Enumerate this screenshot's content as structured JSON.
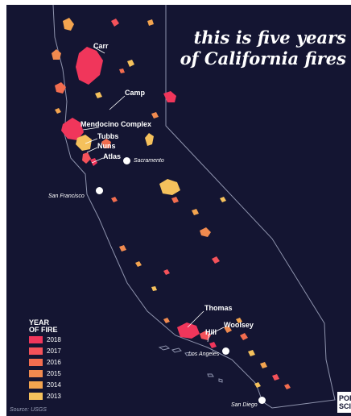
{
  "headline": {
    "line1": "this is five years",
    "line2": "of California fires"
  },
  "legend": {
    "title_line1": "YEAR",
    "title_line2": "OF FIRE",
    "items": [
      {
        "year": "2018",
        "color": "#f0365b"
      },
      {
        "year": "2017",
        "color": "#f4525a"
      },
      {
        "year": "2016",
        "color": "#f26d4f"
      },
      {
        "year": "2015",
        "color": "#f08a4f"
      },
      {
        "year": "2014",
        "color": "#f3a44f"
      },
      {
        "year": "2013",
        "color": "#f5c15c"
      }
    ]
  },
  "fires": {
    "carr": "Carr",
    "camp": "Camp",
    "mendocino": "Mendocino Complex",
    "tubbs": "Tubbs",
    "nuns": "Nuns",
    "atlas": "Atlas",
    "thomas": "Thomas",
    "woolsey": "Woolsey",
    "hill": "Hill"
  },
  "cities": {
    "sacramento": "Sacramento",
    "san_francisco": "San Francisco",
    "los_angeles": "Los Angeles",
    "san_diego": "San Diego"
  },
  "source": "Source: USGS",
  "logo": {
    "line1": "POP",
    "line2": "SCI"
  },
  "colors": {
    "background": "#141532",
    "border": "#8e93ad",
    "text": "#ffffff"
  }
}
